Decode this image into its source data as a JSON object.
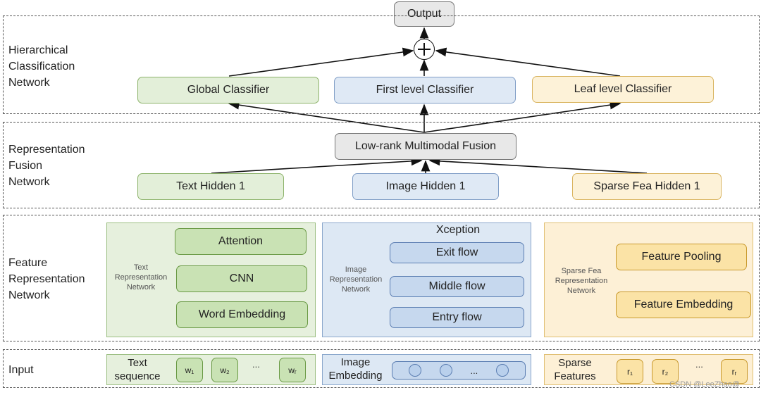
{
  "output": "Output",
  "layers": {
    "hcn": "Hierarchical\nClassification\nNetwork",
    "rfn": "Representation\nFusion\nNetwork",
    "frn": "Feature\nRepresentation\nNetwork",
    "input": "Input"
  },
  "classifiers": {
    "global": "Global Classifier",
    "first": "First level Classifier",
    "leaf": "Leaf level Classifier"
  },
  "fusion": "Low-rank Multimodal Fusion",
  "hidden": {
    "text": "Text Hidden 1",
    "image": "Image Hidden 1",
    "sparse": "Sparse Fea Hidden 1"
  },
  "text_net": {
    "label": "Text\nRepresentation\nNetwork",
    "attention": "Attention",
    "cnn": "CNN",
    "word_embedding": "Word Embedding"
  },
  "image_net": {
    "label": "Image\nRepresentation\nNetwork",
    "title": "Xception",
    "exit": "Exit flow",
    "middle": "Middle flow",
    "entry": "Entry flow"
  },
  "sparse_net": {
    "label": "Sparse Fea\nRepresentation\nNetwork",
    "pooling": "Feature Pooling",
    "embedding": "Feature Embedding"
  },
  "inputs": {
    "text_label": "Text\nsequence",
    "text_tokens": [
      "w₁",
      "w₂",
      "wᵣ"
    ],
    "image_label": "Image\nEmbedding",
    "sparse_label": "Sparse\nFeatures",
    "sparse_tokens": [
      "r₁",
      "r₂",
      "rᵣ"
    ],
    "ellipsis": "..."
  },
  "watermark": "CSDN @LeeZhao@"
}
